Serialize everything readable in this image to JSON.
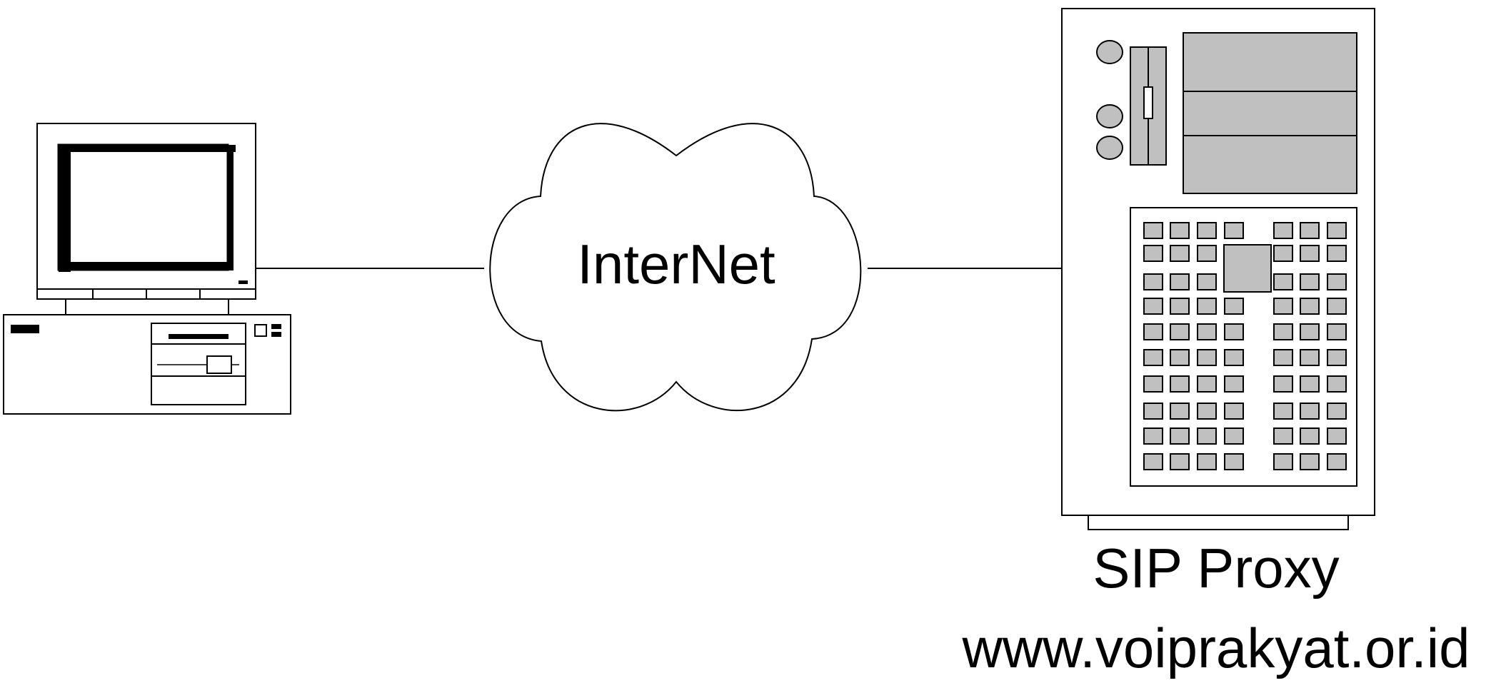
{
  "diagram": {
    "nodes": [
      {
        "id": "client",
        "type": "desktop-computer",
        "label": ""
      },
      {
        "id": "internet",
        "type": "cloud",
        "label": "InterNet"
      },
      {
        "id": "proxy",
        "type": "tower-server",
        "label": "SIP Proxy",
        "sublabel": "www.voiprakyat.or.id"
      }
    ],
    "edges": [
      {
        "from": "client",
        "to": "internet"
      },
      {
        "from": "internet",
        "to": "proxy"
      }
    ]
  },
  "colors": {
    "stroke": "#000000",
    "panel_fill": "#c0c0c0",
    "background": "#ffffff"
  }
}
